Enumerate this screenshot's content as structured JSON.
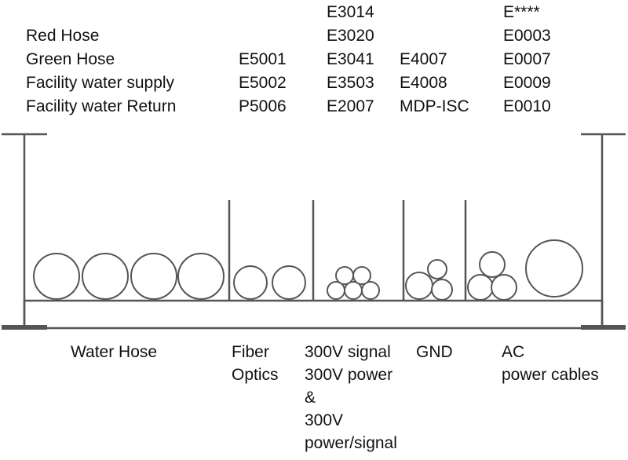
{
  "legend": {
    "hoses": [
      "Red Hose",
      "Green Hose",
      "Facility water supply",
      "Facility water Return"
    ]
  },
  "codes": {
    "fiber": [
      "E5001",
      "E5002",
      "P5006"
    ],
    "signal300v": [
      "E3014",
      "E3020",
      "E3041",
      "E3503",
      "E2007"
    ],
    "gnd": [
      "E4007",
      "E4008",
      "MDP-ISC"
    ],
    "ac": [
      "E****",
      "E0003",
      "E0007",
      "E0009",
      "E0010"
    ]
  },
  "categories": {
    "water_hose": [
      "Water Hose"
    ],
    "fiber_optics": [
      "Fiber",
      "Optics"
    ],
    "signal300v": [
      "300V signal",
      "300V power",
      "&",
      "300V",
      "power/signal"
    ],
    "gnd": [
      "GND"
    ],
    "ac": [
      "AC",
      "power cables"
    ]
  },
  "colors": {
    "line": "#555555",
    "text": "#111111",
    "background": "#ffffff"
  }
}
